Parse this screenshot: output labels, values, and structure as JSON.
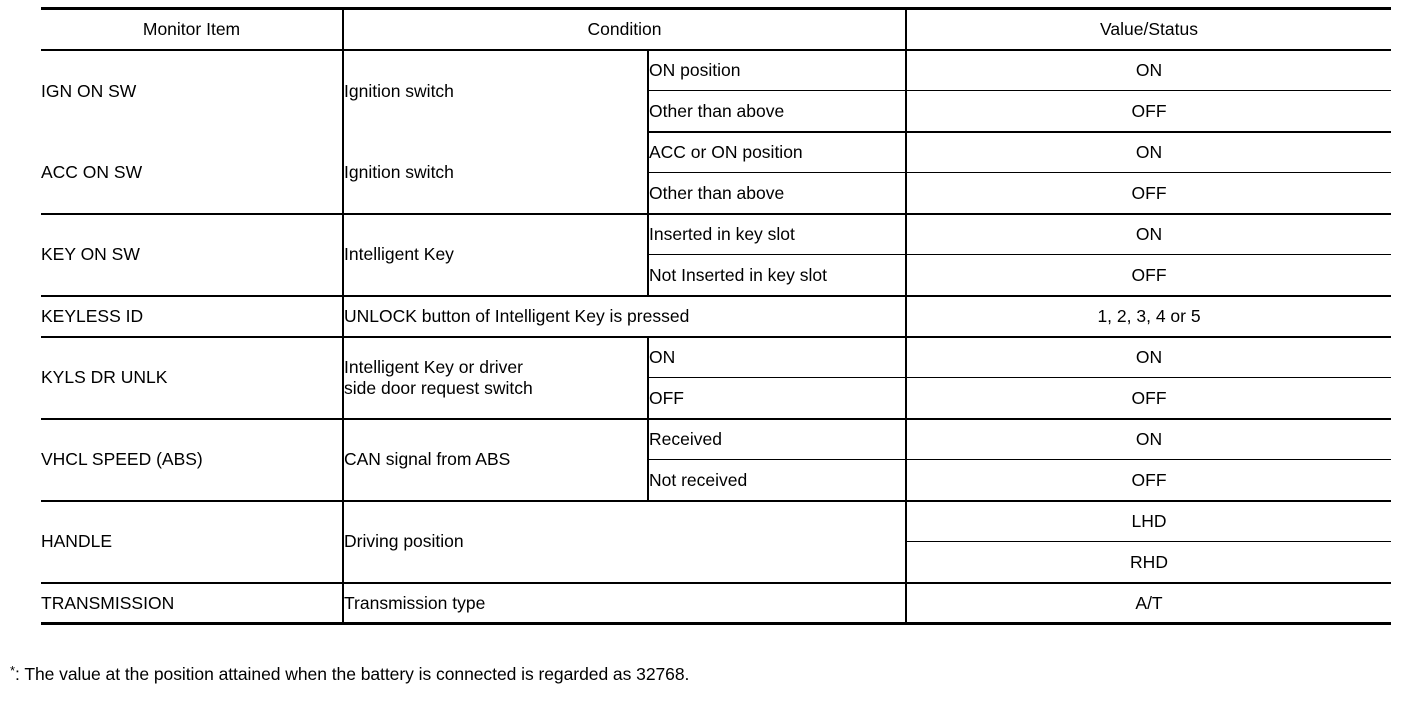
{
  "table": {
    "headers": {
      "monitor_item": "Monitor Item",
      "condition": "Condition",
      "value_status": "Value/Status"
    },
    "rows": [
      {
        "item": "IGN ON SW",
        "condition": "Ignition switch",
        "sub": [
          {
            "condition": "ON position",
            "value": "ON"
          },
          {
            "condition": "Other than above",
            "value": "OFF"
          }
        ]
      },
      {
        "item": "ACC ON SW",
        "condition": "Ignition switch",
        "sub": [
          {
            "condition": "ACC or ON position",
            "value": "ON"
          },
          {
            "condition": "Other than above",
            "value": "OFF"
          }
        ]
      },
      {
        "item": "KEY ON SW",
        "condition": "Intelligent Key",
        "sub": [
          {
            "condition": "Inserted in key slot",
            "value": "ON"
          },
          {
            "condition": "Not Inserted in key slot",
            "value": "OFF"
          }
        ]
      },
      {
        "item": "KEYLESS ID",
        "condition": "UNLOCK button of Intelligent Key is pressed",
        "sub": [
          {
            "condition": "",
            "value": "1, 2, 3, 4 or 5"
          }
        ]
      },
      {
        "item": "KYLS DR UNLK",
        "condition_line1": "Intelligent Key or driver",
        "condition_line2": "side door request switch",
        "sub": [
          {
            "condition": "ON",
            "value": "ON"
          },
          {
            "condition": "OFF",
            "value": "OFF"
          }
        ]
      },
      {
        "item": "VHCL SPEED (ABS)",
        "condition": "CAN signal from ABS",
        "sub": [
          {
            "condition": "Received",
            "value": "ON"
          },
          {
            "condition": "Not received",
            "value": "OFF"
          }
        ]
      },
      {
        "item": "HANDLE",
        "condition": "Driving position",
        "sub": [
          {
            "condition": "",
            "value": "LHD"
          },
          {
            "condition": "",
            "value": "RHD"
          }
        ]
      },
      {
        "item": "TRANSMISSION",
        "condition": "Transmission type",
        "sub": [
          {
            "condition": "",
            "value": "A/T"
          }
        ]
      }
    ]
  },
  "footnote": {
    "marker": "*",
    "text": ": The value at the position attained when the battery is connected is regarded as 32768."
  },
  "colors": {
    "rule": "#000000",
    "text": "#000000",
    "background": "#ffffff"
  }
}
